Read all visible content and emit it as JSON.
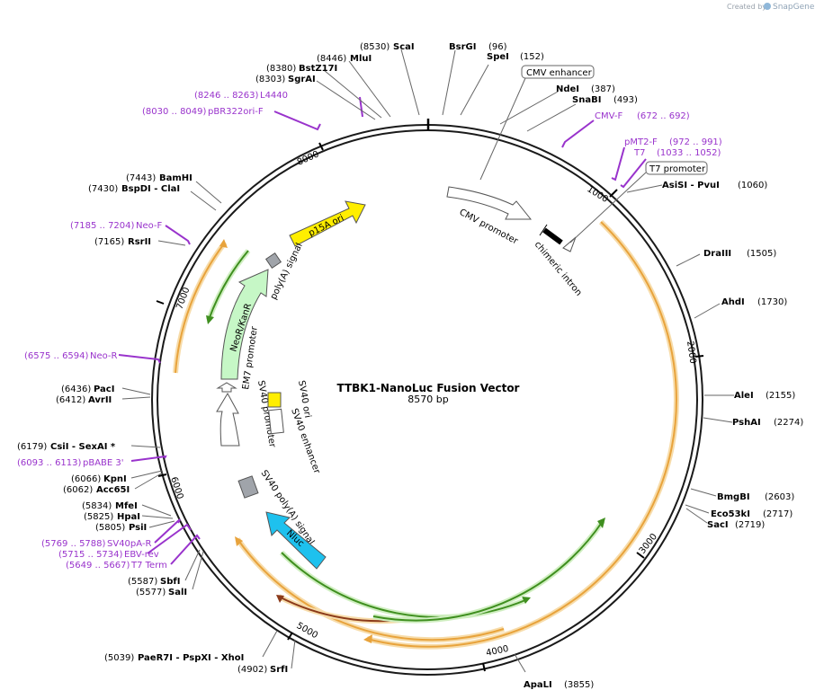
{
  "credit": {
    "prefix": "Created by",
    "brand": "SnapGene"
  },
  "map": {
    "title": "TTBK1-NanoLuc Fusion Vector",
    "length_label": "8570 bp",
    "tick_labels": [
      "1000",
      "2000",
      "3000",
      "4000",
      "5000",
      "6000",
      "7000",
      "8000"
    ]
  },
  "features": [
    {
      "id": "f_cmv_enh",
      "label": "CMV enhancer",
      "boxed": true
    },
    {
      "id": "f_cmv_prom",
      "label": "CMV promoter"
    },
    {
      "id": "f_intron",
      "label": "chimeric intron"
    },
    {
      "id": "f_t7prom",
      "label": "T7 promoter",
      "boxed": true
    },
    {
      "id": "f_p15a",
      "label": "p15A ori"
    },
    {
      "id": "f_polya",
      "label": "poly(A) signal"
    },
    {
      "id": "f_neokan",
      "label": "NeoR/KanR"
    },
    {
      "id": "f_em7",
      "label": "EM7 promoter"
    },
    {
      "id": "f_sv40prom",
      "label": "SV40 promoter"
    },
    {
      "id": "f_sv40ori",
      "label": "SV40 ori"
    },
    {
      "id": "f_sv40enh",
      "label": "SV40 enhancer"
    },
    {
      "id": "f_sv40pa",
      "label": "SV40 poly(A) signal"
    },
    {
      "id": "f_nluc",
      "label": "Nluc"
    }
  ],
  "sites": [
    {
      "id": "s_scai",
      "pos": "(8530)",
      "name": "ScaI"
    },
    {
      "id": "s_bsrgi",
      "pos": "(96)",
      "name": "BsrGI"
    },
    {
      "id": "s_mlui",
      "pos": "(8446)",
      "name": "MluI"
    },
    {
      "id": "s_spei",
      "pos": "(152)",
      "name": "SpeI"
    },
    {
      "id": "s_bstz17i",
      "pos": "(8380)",
      "name": "BstZ17I"
    },
    {
      "id": "s_sgrai",
      "pos": "(8303)",
      "name": "SgrAI"
    },
    {
      "id": "s_ndei",
      "pos": "(387)",
      "name": "NdeI"
    },
    {
      "id": "s_snabi",
      "pos": "(493)",
      "name": "SnaBI"
    },
    {
      "id": "s_bamhi",
      "pos": "(7443)",
      "name": "BamHI"
    },
    {
      "id": "s_bspdi",
      "pos": "(7430)",
      "name": "BspDI  - ClaI"
    },
    {
      "id": "s_asisi",
      "pos": "(1060)",
      "name": "AsiSI  - PvuI"
    },
    {
      "id": "s_rsrii",
      "pos": "(7165)",
      "name": "RsrII"
    },
    {
      "id": "s_draiii",
      "pos": "(1505)",
      "name": "DraIII"
    },
    {
      "id": "s_ahdi",
      "pos": "(1730)",
      "name": "AhdI"
    },
    {
      "id": "s_paci",
      "pos": "(6436)",
      "name": "PacI"
    },
    {
      "id": "s_avrii",
      "pos": "(6412)",
      "name": "AvrII"
    },
    {
      "id": "s_alei",
      "pos": "(2155)",
      "name": "AleI"
    },
    {
      "id": "s_pshai",
      "pos": "(2274)",
      "name": "PshAI"
    },
    {
      "id": "s_csii",
      "pos": "(6179)",
      "name": "CsiI  - SexAI *"
    },
    {
      "id": "s_kpni",
      "pos": "(6066)",
      "name": "KpnI"
    },
    {
      "id": "s_acc65i",
      "pos": "(6062)",
      "name": "Acc65I"
    },
    {
      "id": "s_bmgbi",
      "pos": "(2603)",
      "name": "BmgBI"
    },
    {
      "id": "s_mfei",
      "pos": "(5834)",
      "name": "MfeI"
    },
    {
      "id": "s_hpai",
      "pos": "(5825)",
      "name": "HpaI"
    },
    {
      "id": "s_psii",
      "pos": "(5805)",
      "name": "PsiI"
    },
    {
      "id": "s_eco53ki",
      "pos": "(2717)",
      "name": "Eco53kI"
    },
    {
      "id": "s_saci",
      "pos": "(2719)",
      "name": "SacI"
    },
    {
      "id": "s_sbfi",
      "pos": "(5587)",
      "name": "SbfI"
    },
    {
      "id": "s_sali",
      "pos": "(5577)",
      "name": "SalI"
    },
    {
      "id": "s_paer7i",
      "pos": "(5039)",
      "name": "PaeR7I  - PspXI  - XhoI"
    },
    {
      "id": "s_srfi",
      "pos": "(4902)",
      "name": "SrfI"
    },
    {
      "id": "s_apali",
      "pos": "(3855)",
      "name": "ApaLI"
    }
  ],
  "primers": [
    {
      "id": "p_l4440",
      "range": "(8246 .. 8263)",
      "name": "L4440"
    },
    {
      "id": "p_pbr322",
      "range": "(8030 .. 8049)",
      "name": "pBR322ori-F"
    },
    {
      "id": "p_cmvf",
      "range": "(672 .. 692)",
      "name": "CMV-F"
    },
    {
      "id": "p_pmt2f",
      "range": "(972 .. 991)",
      "name": "pMT2-F"
    },
    {
      "id": "p_t7",
      "range": "(1033 .. 1052)",
      "name": "T7"
    },
    {
      "id": "p_neof",
      "range": "(7185 .. 7204)",
      "name": "Neo-F"
    },
    {
      "id": "p_neor",
      "range": "(6575 .. 6594)",
      "name": "Neo-R"
    },
    {
      "id": "p_pbabe",
      "range": "(6093 .. 6113)",
      "name": "pBABE 3'"
    },
    {
      "id": "p_sv40par",
      "range": "(5769 .. 5788)",
      "name": "SV40pA-R"
    },
    {
      "id": "p_ebvrev",
      "range": "(5715 .. 5734)",
      "name": "EBV-rev"
    },
    {
      "id": "p_t7term",
      "range": "(5649 .. 5667)",
      "name": "T7 Term"
    }
  ],
  "colors": {
    "backbone": "#1a1a1a",
    "primer": "#9933cc",
    "orange_arc": "#e8a33c",
    "orange_glow": "#f7dcaa",
    "green_arc": "#3f8f1f",
    "green_glow": "#cfeec0",
    "p15a": "#ffee00",
    "neo": "#c6f7c6",
    "nluc": "#1ec1ee",
    "gray": "#a0a4aa",
    "sv40ori": "#ffee00"
  }
}
